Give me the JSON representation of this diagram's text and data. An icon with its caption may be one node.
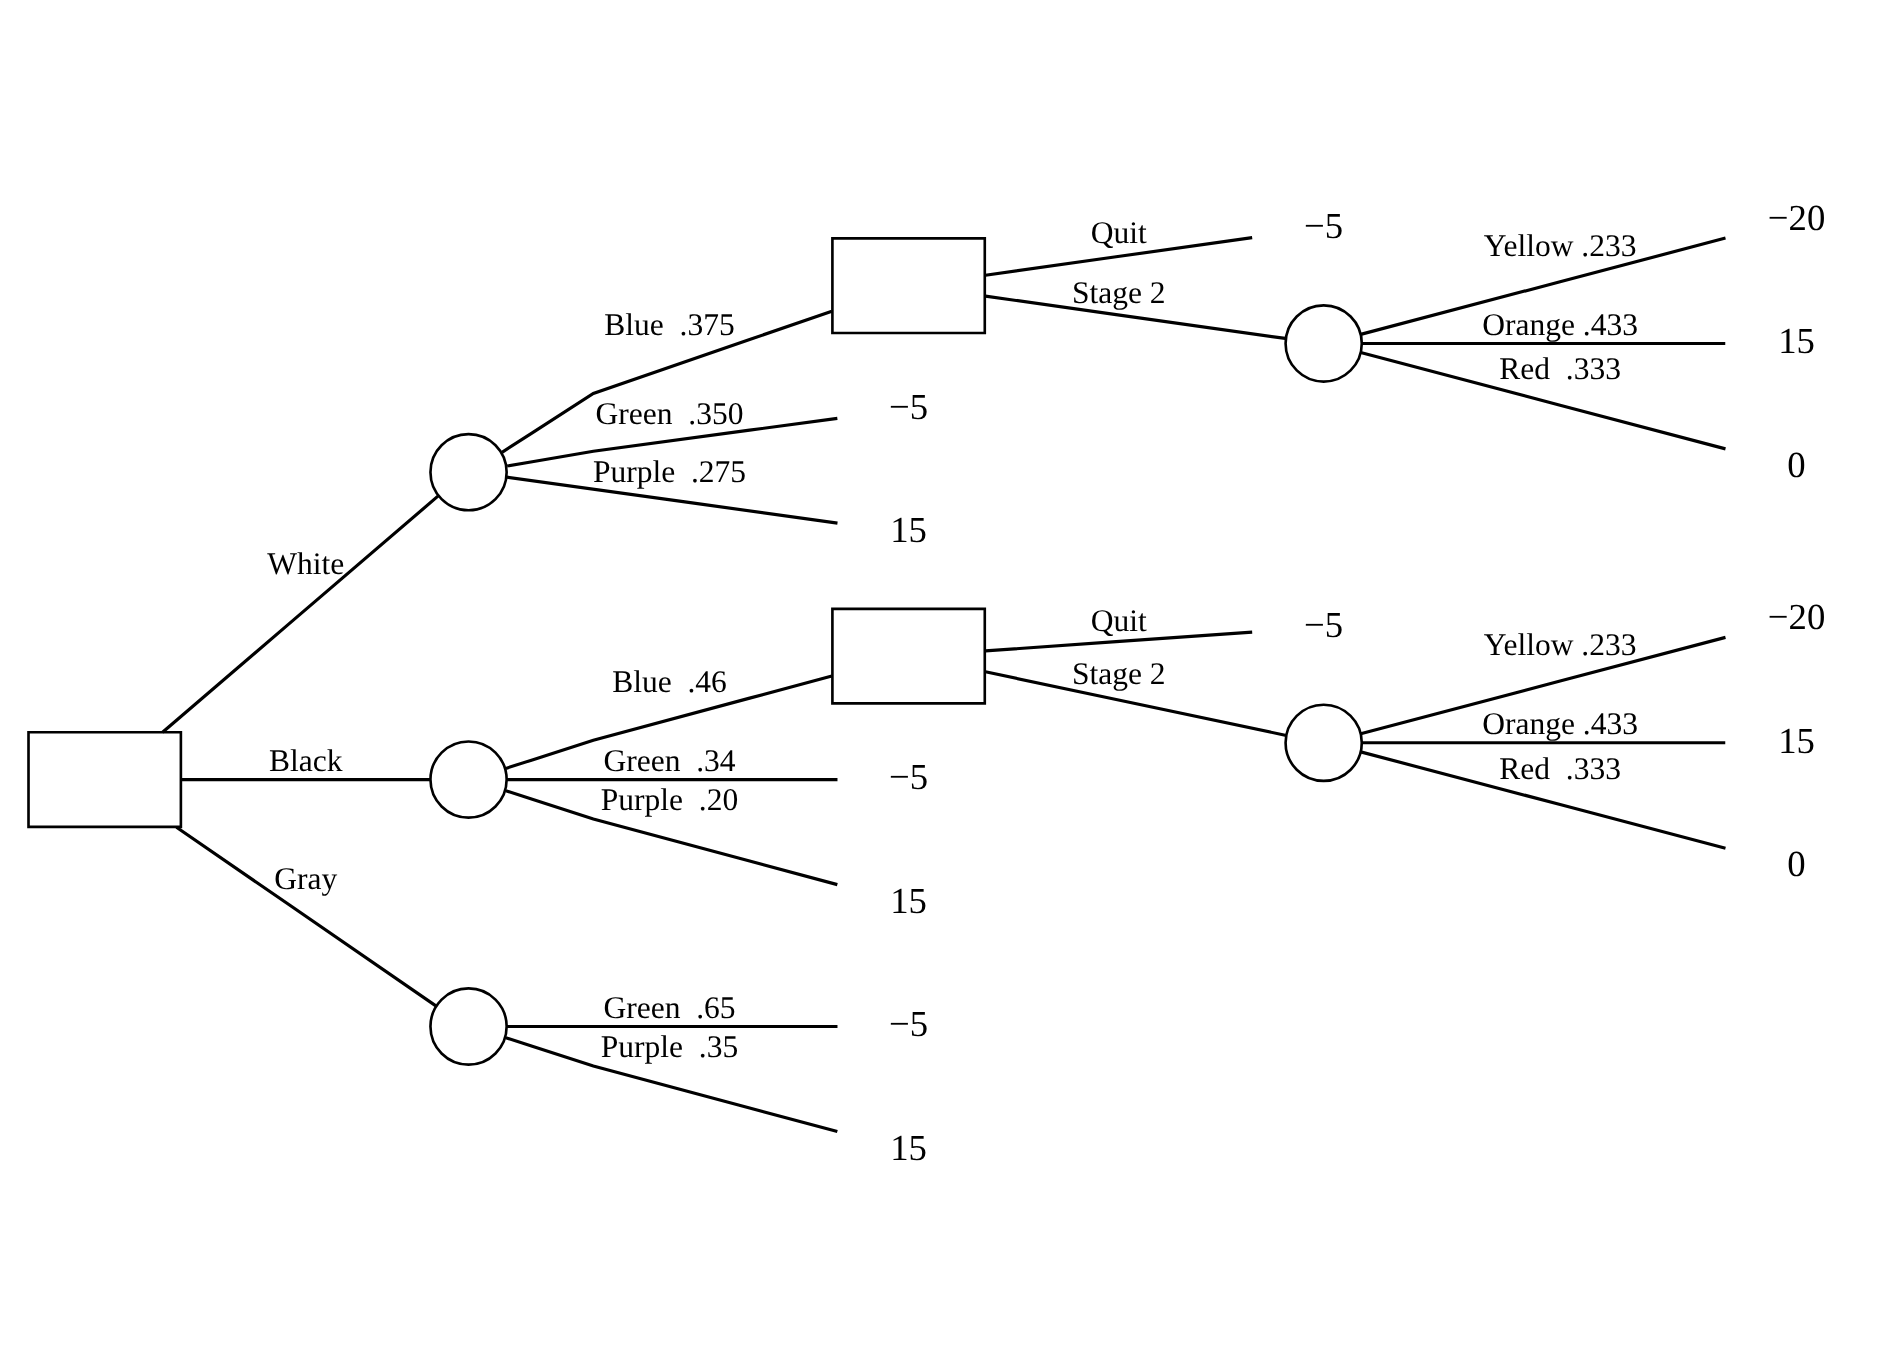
{
  "diagram": {
    "nodes": [
      {
        "text": [],
        "shape": "box"
      },
      {
        "text": [],
        "shape": "circle"
      },
      {
        "text": [],
        "shape": "box"
      },
      {
        "text": [
          "−5"
        ]
      },
      {
        "text": [],
        "shape": "circle"
      },
      {
        "text": [
          "−20"
        ]
      },
      {
        "text": [
          "15"
        ]
      },
      {
        "text": [
          "0"
        ]
      },
      {
        "text": [
          "−5"
        ]
      },
      {
        "text": [
          "15"
        ]
      },
      {
        "text": [],
        "shape": "circle"
      },
      {
        "text": [],
        "shape": "box"
      },
      {
        "text": [
          "−5"
        ]
      },
      {
        "text": [],
        "shape": "circle"
      },
      {
        "text": [
          "−20"
        ]
      },
      {
        "text": [
          "15"
        ]
      },
      {
        "text": [
          "0"
        ]
      },
      {
        "text": [
          "−5"
        ]
      },
      {
        "text": [
          "15"
        ]
      },
      {
        "text": [],
        "shape": "circle"
      },
      {
        "text": [
          "−5"
        ]
      },
      {
        "text": [
          "15"
        ]
      }
    ],
    "edges": [
      {
        "from": 0,
        "to": 1,
        "arrow": "none",
        "label": "White"
      },
      {
        "from": 1,
        "to": 2,
        "arrow": "none",
        "label": "Blue  .375"
      },
      {
        "from": 2,
        "to": 3,
        "arrow": "none",
        "label": "Quit"
      },
      {
        "from": 2,
        "to": 4,
        "arrow": "none",
        "label": "Stage 2"
      },
      {
        "from": 4,
        "to": 5,
        "arrow": "none",
        "label": "Yellow .233"
      },
      {
        "from": 4,
        "to": 6,
        "arrow": "none",
        "label": "Orange .433"
      },
      {
        "from": 4,
        "to": 7,
        "arrow": "none",
        "label": "Red  .333"
      },
      {
        "from": 1,
        "to": 8,
        "arrow": "none",
        "label": "Green  .350"
      },
      {
        "from": 1,
        "to": 9,
        "arrow": "none",
        "label": "Purple  .275"
      },
      {
        "from": 0,
        "to": 10,
        "arrow": "none",
        "label": "Black"
      },
      {
        "from": 10,
        "to": 11,
        "arrow": "none",
        "label": "Blue  .46"
      },
      {
        "from": 11,
        "to": 12,
        "arrow": "none",
        "label": "Quit"
      },
      {
        "from": 11,
        "to": 13,
        "arrow": "none",
        "label": "Stage 2"
      },
      {
        "from": 13,
        "to": 14,
        "arrow": "none",
        "label": "Yellow .233"
      },
      {
        "from": 13,
        "to": 15,
        "arrow": "none",
        "label": "Orange .433"
      },
      {
        "from": 13,
        "to": 16,
        "arrow": "none",
        "label": "Red  .333"
      },
      {
        "from": 10,
        "to": 17,
        "arrow": "none",
        "label": "Green  .34"
      },
      {
        "from": 10,
        "to": 18,
        "arrow": "none",
        "label": "Purple  .20"
      },
      {
        "from": 0,
        "to": 19,
        "arrow": "none",
        "label": "Gray"
      },
      {
        "from": 19,
        "to": 20,
        "arrow": "none",
        "label": "Green  .65"
      },
      {
        "from": 19,
        "to": 21,
        "arrow": "none",
        "label": "Purple  .35"
      }
    ]
  }
}
